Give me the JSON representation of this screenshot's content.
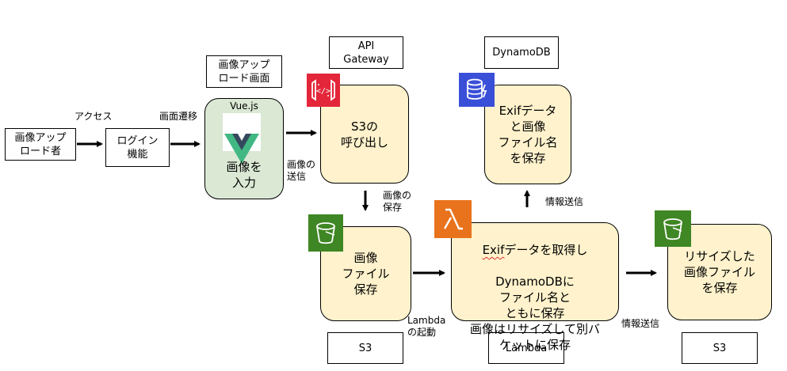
{
  "labels": {
    "uploader": "画像アップ\nロード者",
    "login": "ログイン\n機能",
    "upload_screen": "画像アップ\nロード画面",
    "vuejs": "Vue.js",
    "image_input": "画像を\n入力",
    "api_gateway": "API\nGateway",
    "s3_call": "S3の\n呼び出し",
    "dynamodb": "DynamoDB",
    "exif_save": "Exifデータ\nと画像\nファイル名\nを保存",
    "image_file_save": "画像\nファイル\n保存",
    "lambda_process_line1_prefix": "Exif",
    "lambda_process_line1_rest": "データを取得し",
    "lambda_process_rest": "DynamoDBに\nファイル名と\nともに保存\n画像はリサイズして別バ\nケットに保存",
    "resized_save": "リサイズした\n画像ファイル\nを保存",
    "s3_label_1": "S3",
    "lambda_label": "Lambda",
    "s3_label_2": "S3"
  },
  "edge_labels": {
    "access": "アクセス",
    "screen_transition": "画面遷移",
    "image_send": "画像の\n送信",
    "image_store": "画像の\n保存",
    "lambda_start": "Lambda\nの起動",
    "info_send_up": "情報送信",
    "info_send_right": "情報送信"
  },
  "icons": {
    "api_gateway_icon": "api-gateway-icon",
    "dynamodb_icon": "dynamodb-icon",
    "s3_icon_1": "s3-bucket-icon",
    "lambda_icon": "lambda-icon",
    "s3_icon_2": "s3-bucket-icon",
    "vue_logo": "vue-logo-icon"
  },
  "colors": {
    "rounded_fill": "#fff2cc",
    "vue_fill": "#dae8d4",
    "aws_red": "#e3263a",
    "aws_blue": "#3a4fd8",
    "aws_green": "#3f8624",
    "aws_orange": "#e8731c",
    "vue_green": "#41b883",
    "vue_dark": "#35495e"
  }
}
